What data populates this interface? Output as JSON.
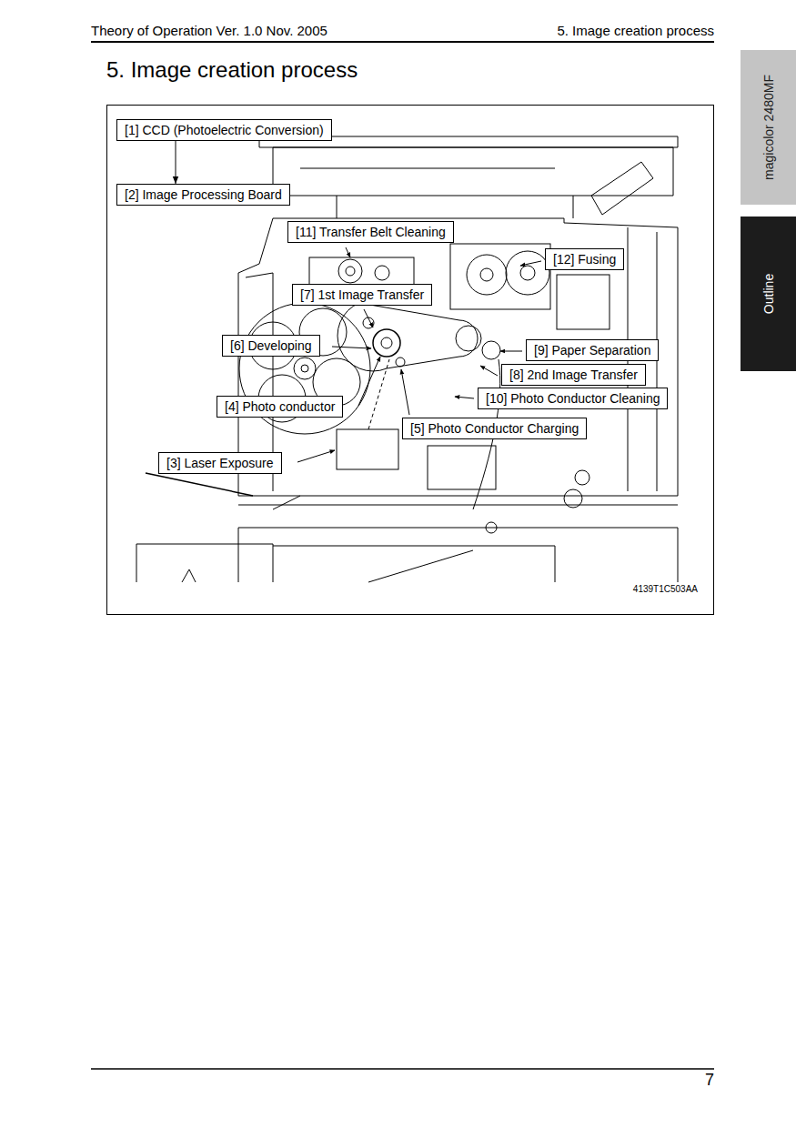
{
  "diagram": {
    "title": "5. Image creation process",
    "nodes": [
      {
        "text": [
          "[1] CCD (Photoelectric Conversion)"
        ]
      },
      {
        "text": [
          "[2] Image Processing Board"
        ]
      },
      {
        "text": [
          "[11] Transfer Belt Cleaning"
        ]
      },
      {
        "text": [
          "[12] Fusing"
        ]
      },
      {
        "text": [
          "[7] 1st Image Transfer"
        ]
      },
      {
        "text": [
          "[6] Developing"
        ]
      },
      {
        "text": [
          "[9] Paper Separation"
        ]
      },
      {
        "text": [
          "[8] 2nd Image Transfer"
        ]
      },
      {
        "text": [
          "[4] Photo conductor"
        ]
      },
      {
        "text": [
          "[10] Photo Conductor Cleaning"
        ]
      },
      {
        "text": [
          "[5] Photo Conductor Charging"
        ]
      },
      {
        "text": [
          "[3] Laser Exposure"
        ]
      },
      {
        "text": [
          "magicolor 2480MF"
        ]
      },
      {
        "text": [
          "Outline"
        ]
      }
    ],
    "edges": [
      {
        "from": 0,
        "to": 1,
        "arrow": "to"
      }
    ],
    "labels": [
      "Theory of Operation Ver. 1.0 Nov. 2005",
      "5. Image creation process",
      "4139T1C503AA",
      "7"
    ]
  }
}
